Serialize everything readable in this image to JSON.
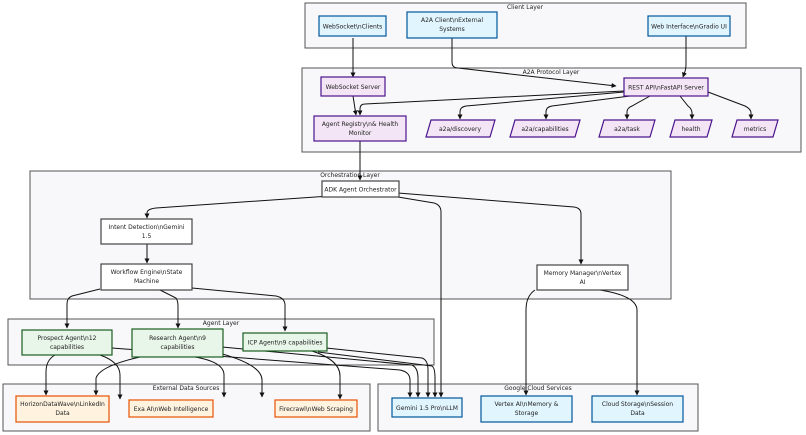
{
  "groups": {
    "client": "Client Layer",
    "a2a": "A2A Protocol Layer",
    "orchestration": "Orchestration Layer",
    "agent": "Agent Layer",
    "external": "External Data Sources",
    "google": "Google Cloud Services"
  },
  "nodes": {
    "websocket_clients": "WebSocket\\nClients",
    "a2a_client": [
      "A2A Client\\nExternal",
      "Systems"
    ],
    "web_interface": "Web Interface\\nGradio UI",
    "websocket_server": "WebSocket Server",
    "rest_api": "REST API\\nFastAPI Server",
    "agent_registry": [
      "Agent Registry\\n& Health",
      "Monitor"
    ],
    "a2a_discovery": "a2a/discovery",
    "a2a_capabilities": "a2a/capabilities",
    "a2a_task": "a2a/task",
    "health": "health",
    "metrics": "metrics",
    "adk_orchestrator": "ADK Agent Orchestrator",
    "intent_detection": [
      "Intent Detection\\nGemini",
      "1.5"
    ],
    "workflow_engine": [
      "Workflow Engine\\nState",
      "Machine"
    ],
    "memory_manager": [
      "Memory Manager\\nVertex",
      "AI"
    ],
    "prospect_agent": [
      "Prospect Agent\\n12",
      "capabilities"
    ],
    "research_agent": [
      "Research Agent\\n9",
      "capabilities"
    ],
    "icp_agent": "ICP Agent\\n9 capabilities",
    "horizon": [
      "HorizonDataWave\\nLinkedIn",
      "Data"
    ],
    "exa": "Exa AI\\nWeb Intelligence",
    "firecrawl": "Firecrawl\\nWeb Scraping",
    "gemini": "Gemini 1.5 Pro\\nLLM",
    "vertex": [
      "Vertex AI\\nMemory &",
      "Storage"
    ],
    "cloud_storage": [
      "Cloud Storage\\nSession",
      "Data"
    ]
  },
  "colors": {
    "client_fill": "#e1f5fe",
    "client_stroke": "#01579b",
    "a2a_fill": "#f3e5f5",
    "a2a_stroke": "#4a148c",
    "agent_fill": "#e8f5e9",
    "agent_stroke": "#1b5e20",
    "external_fill": "#fff3e0",
    "external_stroke": "#e65100",
    "plain_fill": "#ffffff",
    "plain_stroke": "#444444"
  }
}
